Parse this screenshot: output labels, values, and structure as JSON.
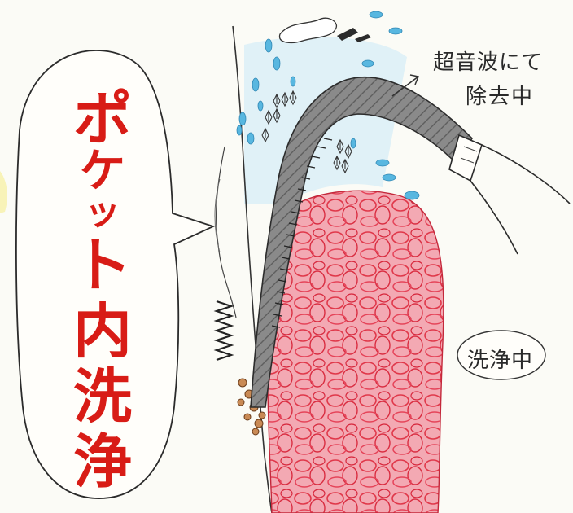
{
  "speech_bubble": {
    "title_line1": "ポケット内",
    "title_chars": [
      "ポ",
      "ケ",
      "ッ",
      "ト",
      "内",
      "洗",
      "浄"
    ]
  },
  "annotations": {
    "ultrasonic_line1": "超音波にて",
    "ultrasonic_line2": "除去中",
    "cleaning": "洗浄中"
  },
  "colors": {
    "title_red": "#d81c16",
    "gum_red": "#e0384a",
    "water_blue": "#58b7e0",
    "instrument_gray": "#7a7a7a"
  }
}
